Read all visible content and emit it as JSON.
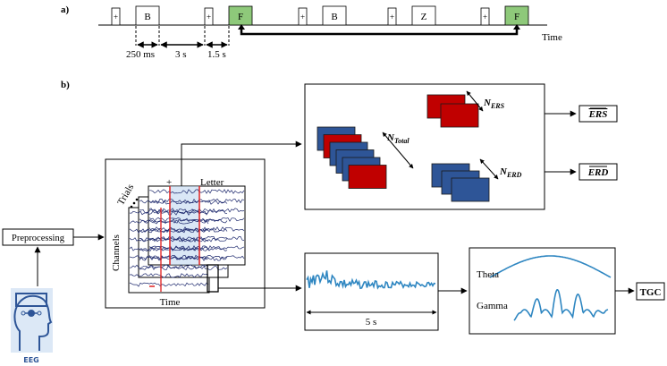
{
  "panel_a": {
    "label": "a)",
    "stimuli": [
      "+",
      "B",
      "+",
      "F",
      "+",
      "B",
      "+",
      "Z",
      "+",
      "F"
    ],
    "target_color": "#8ec97a",
    "time_label": "Time",
    "durations": [
      "250 ms",
      "3 s",
      "1.5 s"
    ]
  },
  "panel_b": {
    "label": "b)",
    "preprocessing": "Preprocessing",
    "eeg_label": "EEG",
    "trials_label": "Trials",
    "channels_label": "Channels",
    "time_label": "Time",
    "letter_label": "Letter",
    "plus_label": "+",
    "n_total": {
      "base": "N",
      "sub": "Total"
    },
    "n_ers": {
      "base": "N",
      "sub": "ERS"
    },
    "n_erd": {
      "base": "N",
      "sub": "ERD"
    },
    "ers_output": "ERS",
    "erd_output": "ERD",
    "duration_label": "5 s",
    "theta_label": "Theta",
    "gamma_label": "Gamma",
    "tgc_output": "TGC"
  },
  "colors": {
    "ers_red": "#c00000",
    "erd_blue": "#2e5597",
    "trace": "#1f2a6e",
    "signal": "#2e86c1",
    "marker": "#e02020"
  }
}
